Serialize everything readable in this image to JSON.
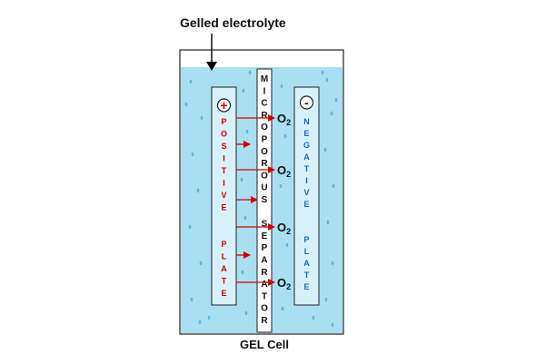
{
  "title_top": "Gelled electrolyte",
  "caption": "GEL Cell",
  "positive_sign": "+",
  "negative_sign": "-",
  "positive_plate_letters": [
    "P",
    "O",
    "S",
    "I",
    "T",
    "I",
    "V",
    "E",
    "",
    "",
    "P",
    "L",
    "A",
    "T",
    "E"
  ],
  "negative_plate_letters": [
    "N",
    "E",
    "G",
    "A",
    "T",
    "I",
    "V",
    "E",
    "",
    "",
    "P",
    "L",
    "A",
    "T",
    "E"
  ],
  "separator_letters": [
    "M",
    "I",
    "C",
    "R",
    "O",
    "P",
    "O",
    "R",
    "O",
    "U",
    "S",
    "",
    "S",
    "E",
    "P",
    "A",
    "R",
    "A",
    "T",
    "O",
    "R"
  ],
  "oxygen_labels": [
    "O",
    "O",
    "O",
    "O"
  ],
  "oxygen_subscript": "2",
  "colors": {
    "electrolyte": "#a9dff0",
    "bubble": "#5fb6e0",
    "arrow": "#d40000",
    "positive_text": "#cc0000",
    "negative_text": "#1a66b3",
    "outline": "#222222"
  }
}
